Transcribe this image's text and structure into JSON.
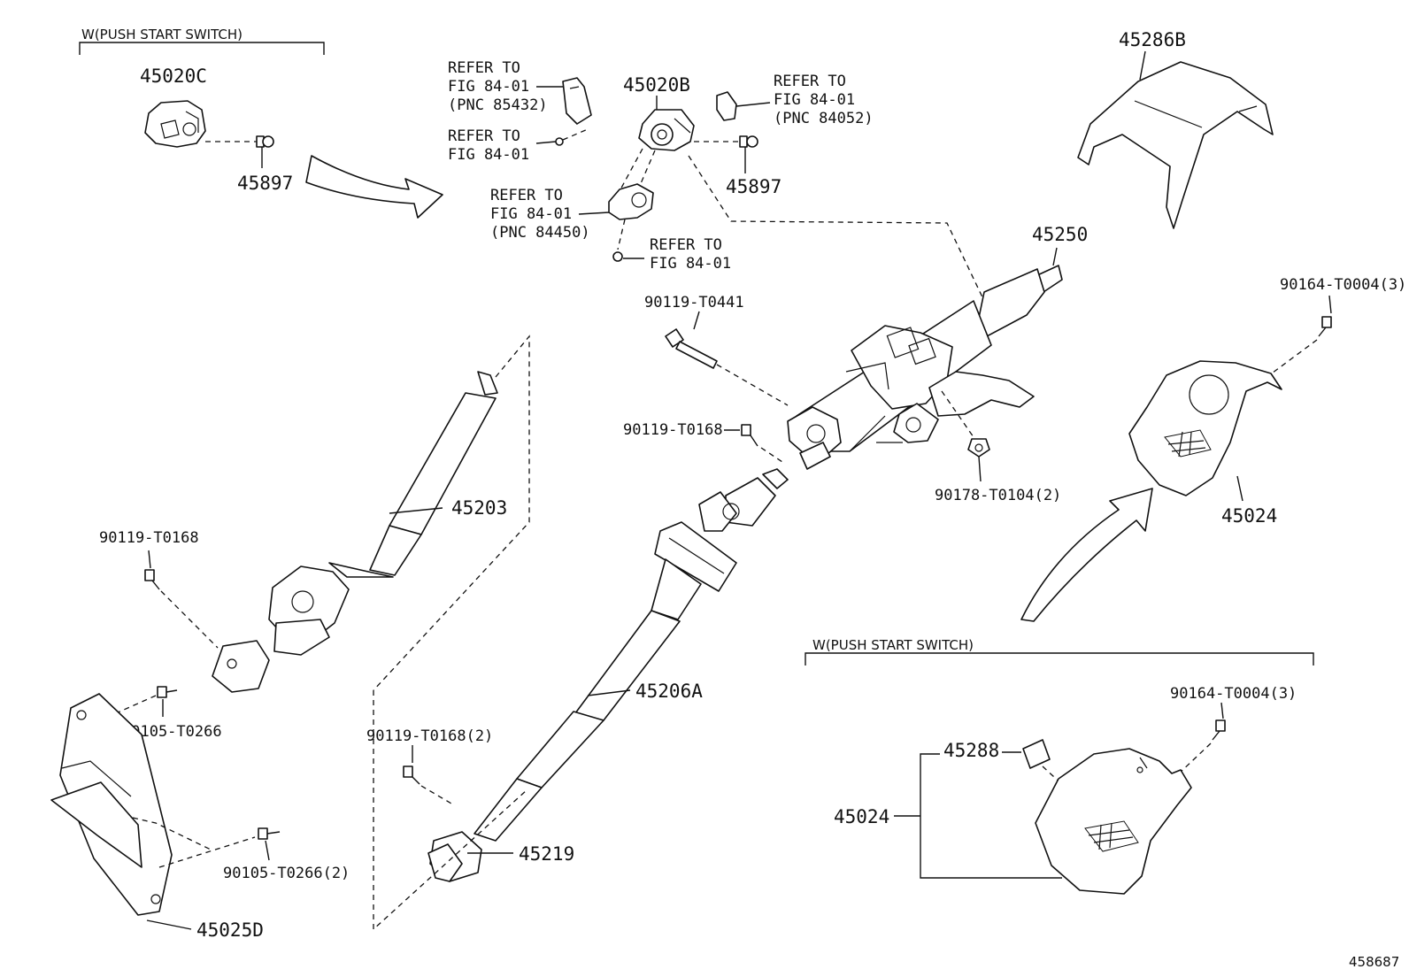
{
  "groups": {
    "upper_title": "W(PUSH START SWITCH)",
    "lower_title": "W(PUSH START SWITCH)"
  },
  "labels": {
    "p45020C": "45020C",
    "p45897_left": "45897",
    "refer1_a": "REFER TO",
    "refer1_b": "FIG 84-01",
    "refer1_c": "(PNC 85432)",
    "refer2_a": "REFER TO",
    "refer2_b": "FIG 84-01",
    "p45020B": "45020B",
    "refer3_a": "REFER TO",
    "refer3_b": "FIG 84-01",
    "refer3_c": "(PNC 84052)",
    "p45897_right": "45897",
    "refer4_a": "REFER TO",
    "refer4_b": "FIG 84-01",
    "refer4_c": "(PNC 84450)",
    "refer5_a": "REFER TO",
    "refer5_b": "FIG 84-01",
    "p45286B": "45286B",
    "p45250": "45250",
    "b90119_T0441": "90119-T0441",
    "b90164_T0004_top": "90164-T0004(3)",
    "b90119_T0168_mid": "90119-T0168",
    "n90178_T0104": "90178-T0104(2)",
    "p45024_top": "45024",
    "p45203": "45203",
    "b90119_T0168_left": "90119-T0168",
    "b90105_T0266": "90105-T0266",
    "b90105_T0266_2": "90105-T0266(2)",
    "p45025D": "45025D",
    "p45206A": "45206A",
    "b90119_T0168_2": "90119-T0168(2)",
    "p45219": "45219",
    "b90164_T0004_low": "90164-T0004(3)",
    "p45288": "45288",
    "p45024_low": "45024",
    "diagram_no": "458687"
  }
}
